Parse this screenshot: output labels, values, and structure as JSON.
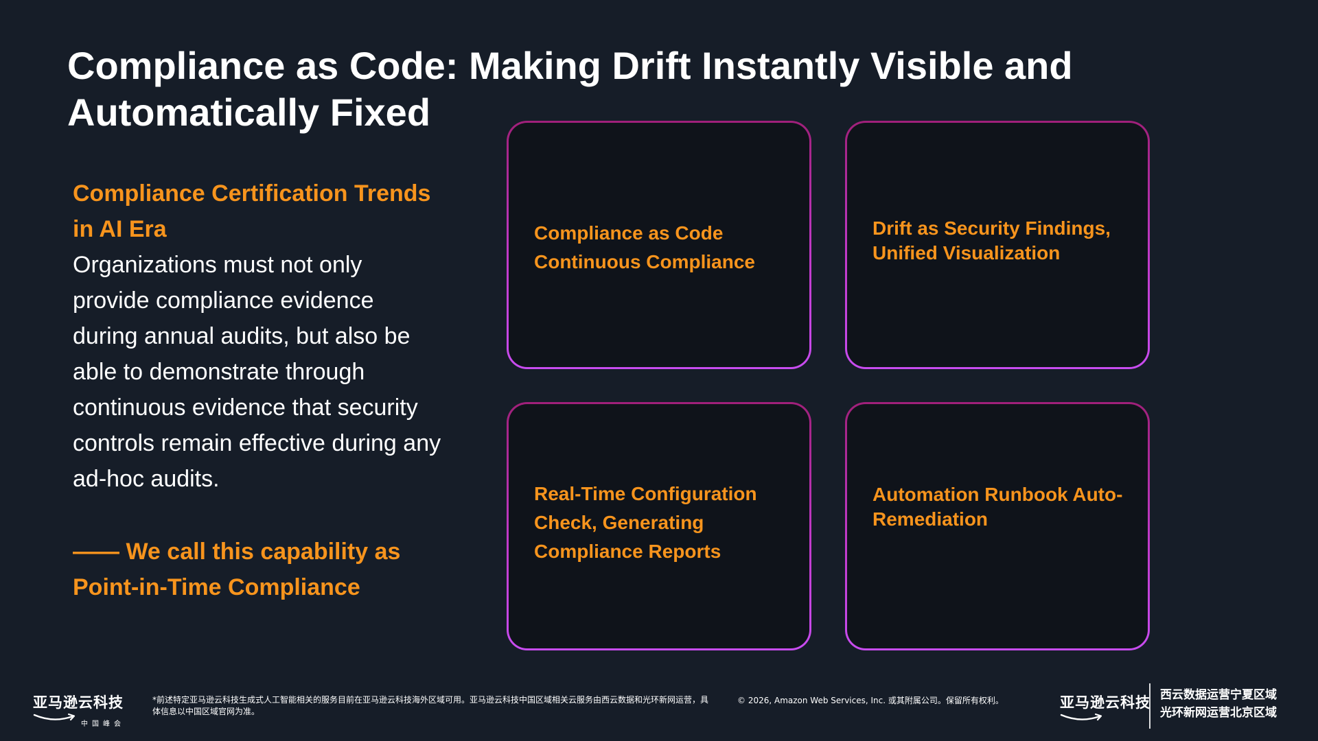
{
  "title": "Compliance as Code: Making Drift Instantly Visible and Automatically Fixed",
  "left": {
    "subhead": "Compliance Certification Trends in AI Era",
    "body": "Organizations must not only provide compliance evidence during annual audits, but also be able to demonstrate through continuous evidence that security controls remain effective during any ad-hoc audits.",
    "callout": "—— We call this capability as Point-in-Time Compliance"
  },
  "cards": [
    {
      "text": "Compliance as Code Continuous Compliance"
    },
    {
      "text": "Drift as Security Findings, Unified Visualization"
    },
    {
      "text": "Real-Time Configuration Check, Generating Compliance Reports"
    },
    {
      "text": "Automation Runbook Auto-Remediation"
    }
  ],
  "footer": {
    "logo_left_cn": "亚马逊云科技",
    "logo_left_sub": "中国峰会",
    "disclaimer": "*前述特定亚马逊云科技生成式人工智能相关的服务目前在亚马逊云科技海外区域可用。亚马逊云科技中国区域相关云服务由西云数据和光环新网运营，具体信息以中国区域官网为准。",
    "copyright": "© 2026, Amazon Web Services, Inc. 或其附属公司。保留所有权利。",
    "logo_right_cn": "亚马逊云科技",
    "region_1": "西云数据运营宁夏区域",
    "region_2": "光环新网运营北京区域"
  },
  "colors": {
    "background": "#161d28",
    "accent": "#f7941d",
    "card_border_top": "#a0207a",
    "card_border_bottom": "#c84cf0",
    "card_fill": "#0f131a"
  }
}
